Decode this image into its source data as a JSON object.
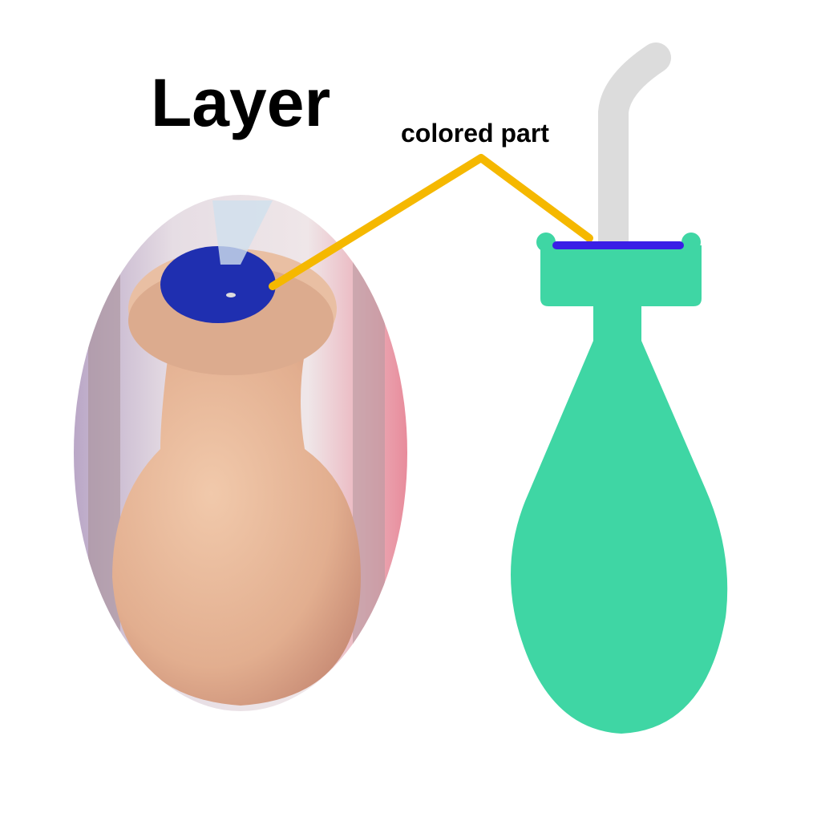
{
  "title": "Layer",
  "annotation": "colored part",
  "colors": {
    "leader_line": "#f5b800",
    "bulb": "#3fd6a4",
    "colored_part": "#3a1ee6",
    "tube": "#dcdcdc",
    "photo_skin": "#e8b99a",
    "photo_blue": "#1f2fb0"
  },
  "icons": [
    "photo-of-bulb",
    "bulb-syringe-diagram"
  ]
}
